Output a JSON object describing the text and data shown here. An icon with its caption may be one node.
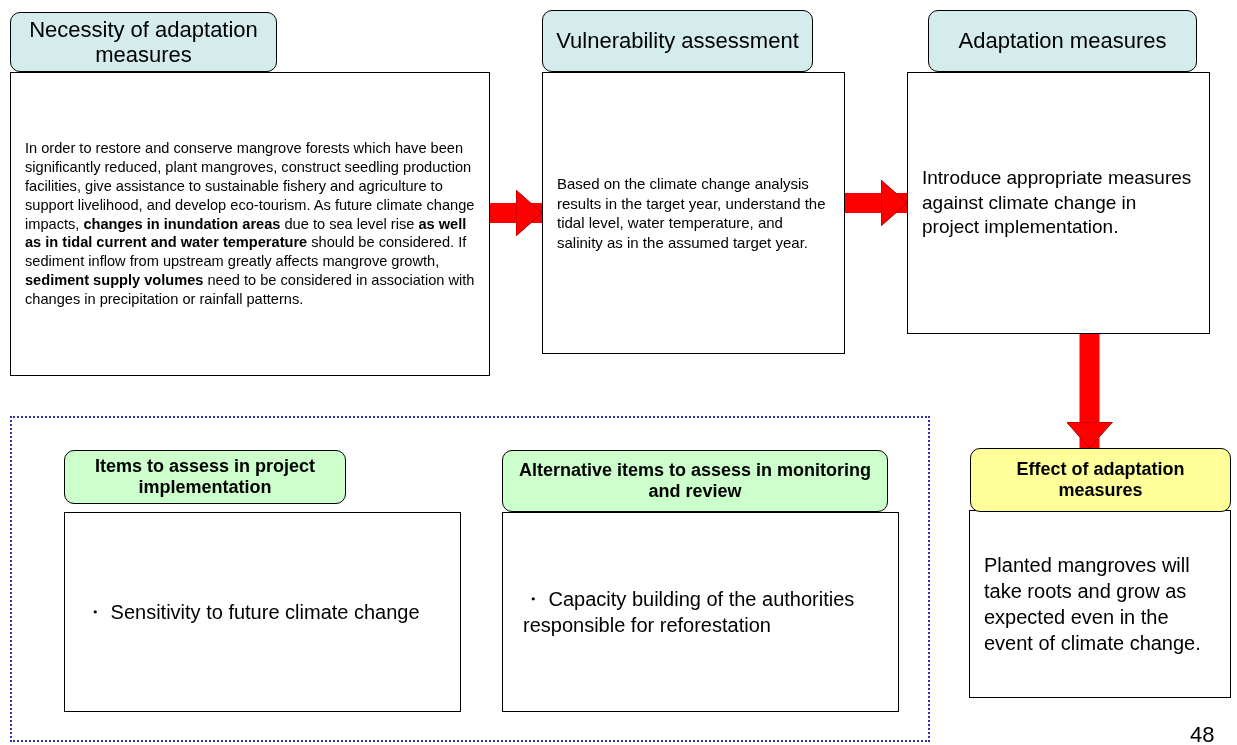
{
  "diagram": {
    "nodes": [
      {
        "text": [
          "Necessity of adaptation measures",
          "In order to restore and conserve mangrove forests which have been significantly reduced, plant mangroves, construct seedling production facilities, give assistance to sustainable fishery and agriculture to support livelihood, and develop eco-tourism. As future climate change impacts, **changes in inundation areas** due to sea level rise **as well as in tidal current and water temperature** should be considered. If sediment inflow from upstream greatly affects mangrove growth, **sediment supply volumes** need to be considered in association with changes in precipitation or rainfall patterns."
        ]
      },
      {
        "text": [
          "Vulnerability assessment",
          "Based on the climate change analysis results in the target year, understand the tidal level, water temperature, and salinity as in the assumed target year."
        ]
      },
      {
        "text": [
          "Adaptation measures",
          "Introduce appropriate measures against climate change in project implementation."
        ]
      },
      {
        "text": [],
        "shape": "box"
      },
      {
        "text": [
          "Items to assess in project implementation",
          "・ Sensitivity to future climate change"
        ],
        "in": 3
      },
      {
        "text": [
          "Alternative items to assess in monitoring and review",
          "・ Capacity building of the authorities responsible for reforestation"
        ],
        "in": 3
      },
      {
        "text": [
          "Effect of adaptation measures",
          "Planted mangroves will take roots and grow as expected even in the event of climate change."
        ]
      }
    ],
    "edges": [
      {
        "from": 0,
        "to": 1,
        "arrow": "to"
      },
      {
        "from": 1,
        "to": 2,
        "arrow": "to"
      },
      {
        "from": 2,
        "to": 6,
        "arrow": "to"
      }
    ],
    "labels": [
      "48"
    ]
  }
}
